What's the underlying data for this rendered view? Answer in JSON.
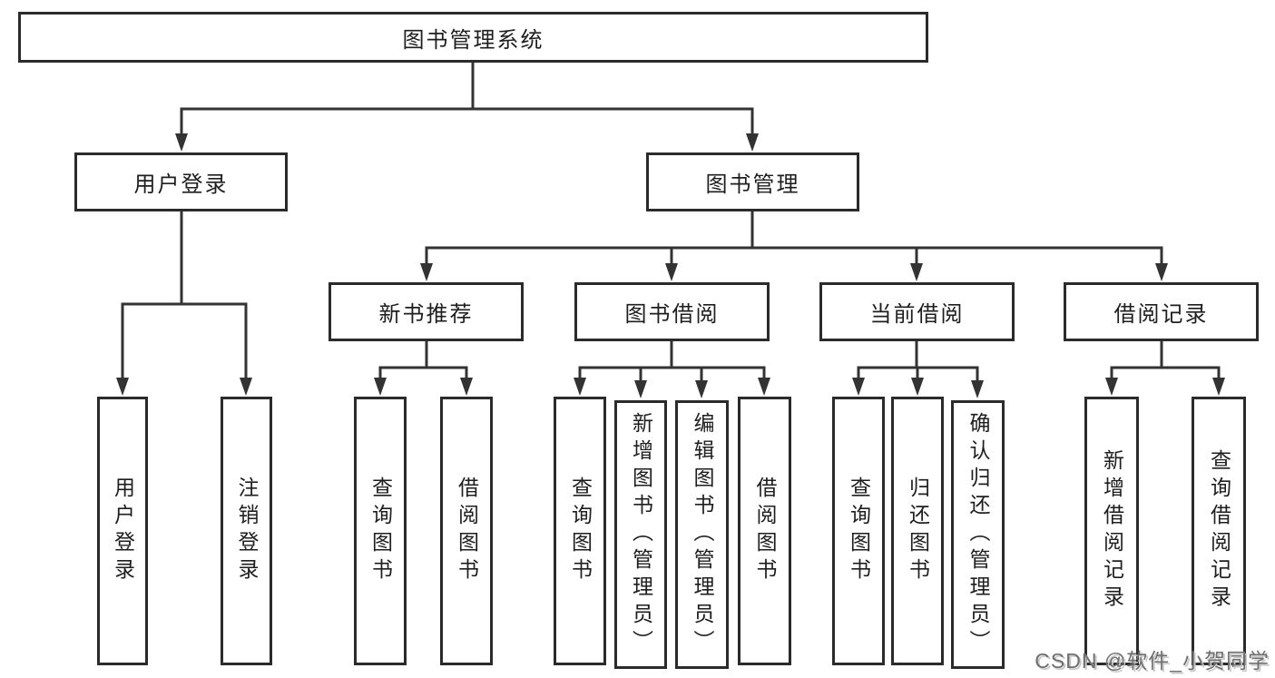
{
  "colors": {
    "line": "#333333",
    "box_border": "#2b2b2b",
    "text": "#1e1e1e",
    "background": "#ffffff",
    "watermark": "#6f6f6f"
  },
  "watermark": {
    "text": "CSDN @软件_小贺同学"
  },
  "tree": {
    "root": {
      "label": "图书管理系统",
      "children": [
        {
          "label": "用户登录",
          "children": [
            {
              "label": "用户登录"
            },
            {
              "label": "注销登录"
            }
          ]
        },
        {
          "label": "图书管理",
          "children": [
            {
              "label": "新书推荐",
              "children": [
                {
                  "label": "查询图书"
                },
                {
                  "label": "借阅图书"
                }
              ]
            },
            {
              "label": "图书借阅",
              "children": [
                {
                  "label": "查询图书"
                },
                {
                  "label": "新增图书（管理员）"
                },
                {
                  "label": "编辑图书（管理员）"
                },
                {
                  "label": "借阅图书"
                }
              ]
            },
            {
              "label": "当前借阅",
              "children": [
                {
                  "label": "查询图书"
                },
                {
                  "label": "归还图书"
                },
                {
                  "label": "确认归还（管理员）"
                }
              ]
            },
            {
              "label": "借阅记录",
              "children": [
                {
                  "label": "新增借阅记录"
                },
                {
                  "label": "查询借阅记录"
                }
              ]
            }
          ]
        }
      ]
    }
  }
}
